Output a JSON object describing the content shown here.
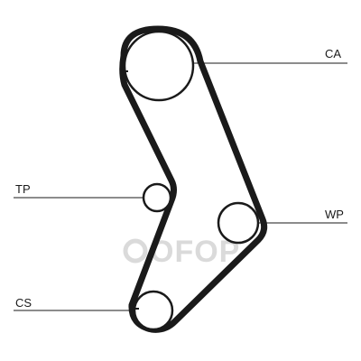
{
  "diagram": {
    "type": "timing-belt-routing",
    "labels": {
      "cam": "CA",
      "tensioner": "TP",
      "water_pump": "WP",
      "crankshaft": "CS"
    },
    "watermark": "OFOP",
    "colors": {
      "belt": "#1a1a1a",
      "pulley_fill": "#ffffff",
      "leader_line": "#1a1a1a",
      "watermark": "#d7d7d7",
      "background": "#ffffff"
    }
  }
}
